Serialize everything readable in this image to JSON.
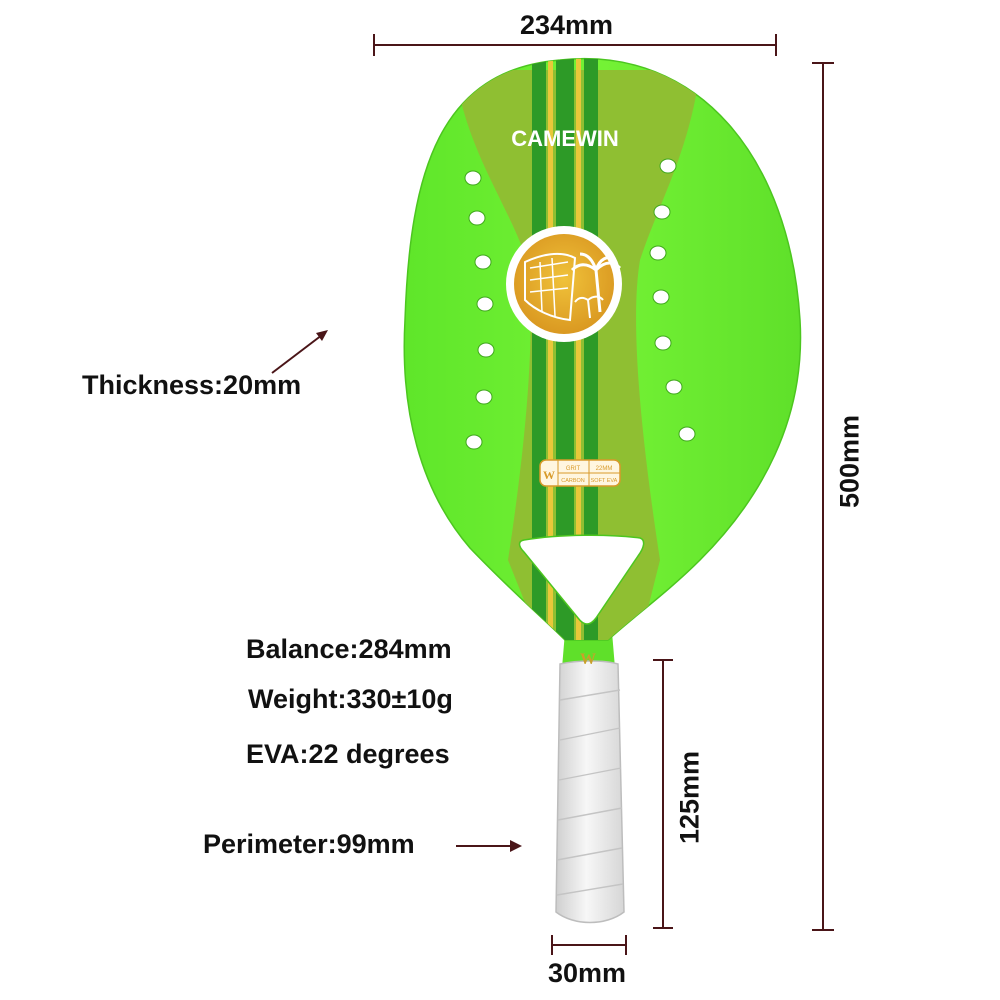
{
  "product": {
    "brand": "CAMEWIN",
    "badge": {
      "logo": "W",
      "cells": [
        "GRIT",
        "22MM",
        "CARBON",
        "SOFT EVA"
      ]
    },
    "handle_logo": "W",
    "colors": {
      "face": "#6cf02f",
      "center_band": "#8fbf32",
      "stripe_dark": "#2d9a27",
      "stripe_gold": "#e8c83a",
      "emblem_gold": "#e2a92a",
      "grip": "#e8e8e8",
      "dimension_line": "#4a1518"
    }
  },
  "dimensions": {
    "width": "234mm",
    "length": "500mm",
    "handle_length": "125mm",
    "handle_width": "30mm"
  },
  "specs": {
    "thickness": "Thickness:20mm",
    "balance": "Balance:284mm",
    "weight": "Weight:330±10g",
    "eva": "EVA:22 degrees",
    "perimeter": "Perimeter:99mm"
  }
}
